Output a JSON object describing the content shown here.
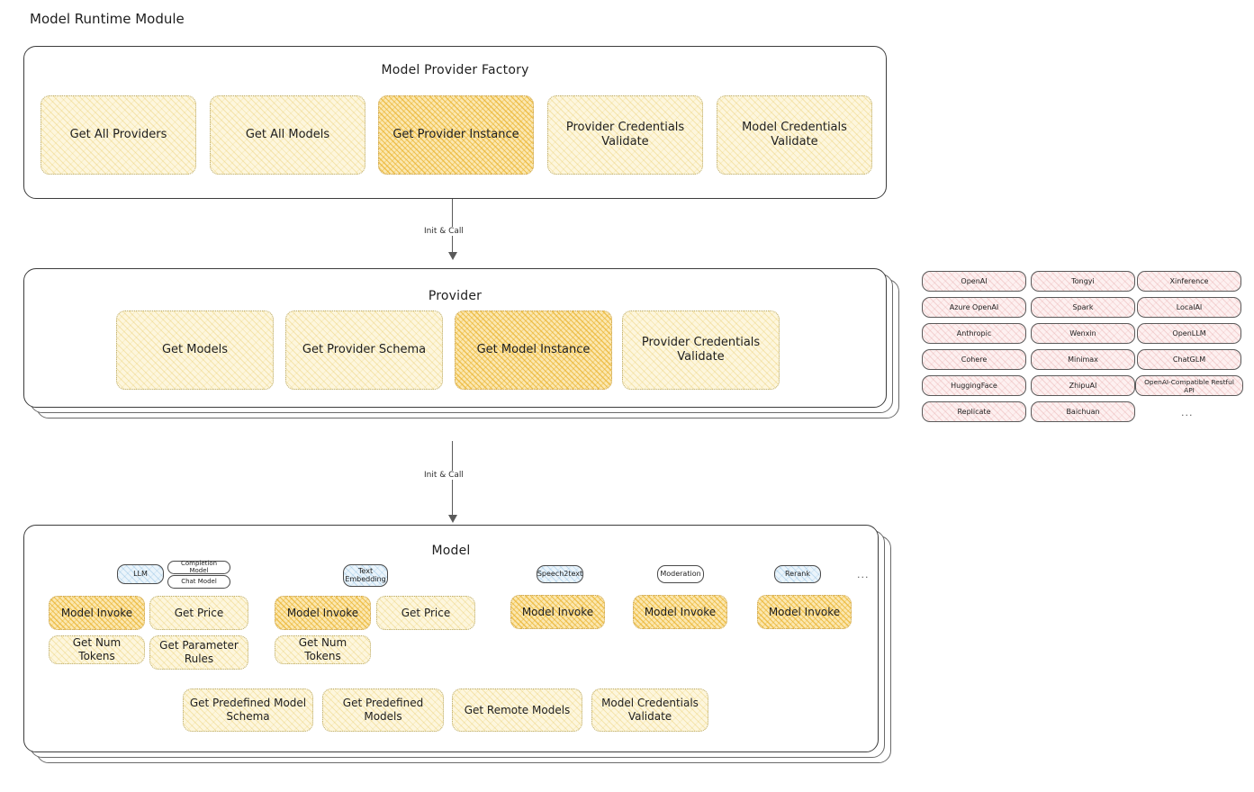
{
  "page": {
    "title": "Model Runtime Module"
  },
  "colors": {
    "highlight_amber": "#fbe7b0",
    "node_cream": "#fdf6dd",
    "provider_pink": "#fdf0f0",
    "model_type_blue": "#eaf4fb",
    "stroke": "#3c3c3c"
  },
  "factory": {
    "title": "Model Provider Factory",
    "nodes": [
      {
        "label": "Get All Providers",
        "highlighted": false
      },
      {
        "label": "Get All Models",
        "highlighted": false
      },
      {
        "label": "Get Provider Instance",
        "highlighted": true
      },
      {
        "label": "Provider Credentials Validate",
        "highlighted": false
      },
      {
        "label": "Model Credentials Validate",
        "highlighted": false
      }
    ]
  },
  "arrows": [
    {
      "label": "Init & Call"
    },
    {
      "label": "Init & Call"
    }
  ],
  "provider": {
    "title": "Provider",
    "nodes": [
      {
        "label": "Get Models",
        "highlighted": false
      },
      {
        "label": "Get Provider Schema",
        "highlighted": false
      },
      {
        "label": "Get Model Instance",
        "highlighted": true
      },
      {
        "label": "Provider Credentials Validate",
        "highlighted": false
      }
    ]
  },
  "provider_list": {
    "columns": [
      [
        "OpenAI",
        "Azure OpenAI",
        "Anthropic",
        "Cohere",
        "HuggingFace",
        "Replicate"
      ],
      [
        "Tongyi",
        "Spark",
        "Wenxin",
        "Minimax",
        "ZhipuAI",
        "Baichuan"
      ],
      [
        "Xinference",
        "LocalAI",
        "OpenLLM",
        "ChatGLM",
        "OpenAI-Compatible Restful API"
      ]
    ],
    "more_indicator": "..."
  },
  "model": {
    "title": "Model",
    "more_indicator": "...",
    "types": [
      {
        "name": "LLM",
        "tags": [
          "Completion Model",
          "Chat Model"
        ],
        "nodes": [
          {
            "label": "Model Invoke",
            "highlighted": true
          },
          {
            "label": "Get Price",
            "highlighted": false
          },
          {
            "label": "Get Num Tokens",
            "highlighted": false
          },
          {
            "label": "Get Parameter Rules",
            "highlighted": false
          }
        ]
      },
      {
        "name": "Text Embedding",
        "tags": [],
        "nodes": [
          {
            "label": "Model Invoke",
            "highlighted": true
          },
          {
            "label": "Get Price",
            "highlighted": false
          },
          {
            "label": "Get Num Tokens",
            "highlighted": false
          }
        ]
      },
      {
        "name": "Speech2text",
        "tags": [],
        "nodes": [
          {
            "label": "Model Invoke",
            "highlighted": true
          }
        ]
      },
      {
        "name": "Moderation",
        "tags": [],
        "nodes": [
          {
            "label": "Model Invoke",
            "highlighted": true
          }
        ]
      },
      {
        "name": "Rerank",
        "tags": [],
        "nodes": [
          {
            "label": "Model Invoke",
            "highlighted": true
          }
        ]
      }
    ],
    "common_nodes": [
      {
        "label": "Get Predefined Model Schema"
      },
      {
        "label": "Get Predefined Models"
      },
      {
        "label": "Get Remote Models"
      },
      {
        "label": "Model Credentials Validate"
      }
    ]
  }
}
